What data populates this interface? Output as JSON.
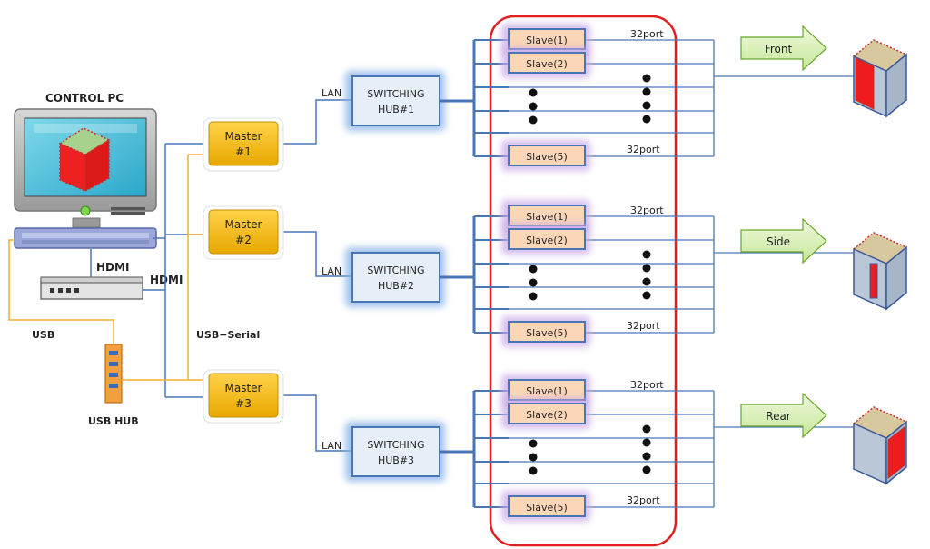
{
  "control_pc": {
    "label": "CONTROL PC"
  },
  "connections": {
    "hdmi_pc": "HDMI",
    "hdmi_splitter": "HDMI",
    "usb": "USB",
    "usb_serial": "USB−Serial",
    "usb_hub": "USB HUB",
    "lan": "LAN"
  },
  "masters": [
    {
      "line1": "Master",
      "line2": "#1"
    },
    {
      "line1": "Master",
      "line2": "#2"
    },
    {
      "line1": "Master",
      "line2": "#3"
    }
  ],
  "hubs": [
    {
      "line1": "SWITCHING",
      "line2": "HUB#1"
    },
    {
      "line1": "SWITCHING",
      "line2": "HUB#2"
    },
    {
      "line1": "SWITCHING",
      "line2": "HUB#3"
    }
  ],
  "slave_labels": [
    "Slave(1)",
    "Slave(2)",
    "Slave(5)"
  ],
  "port_label": "32port",
  "directions": [
    "Front",
    "Side",
    "Rear"
  ],
  "colors": {
    "master_fill": "#f5b800",
    "hub_fill": "#dce8f5",
    "slave_fill": "#fbd7b8",
    "line_blue": "#4a76b8",
    "line_orange": "#f0b030",
    "highlight_red": "#e02020",
    "arrow_green": "#d9f0b5"
  }
}
